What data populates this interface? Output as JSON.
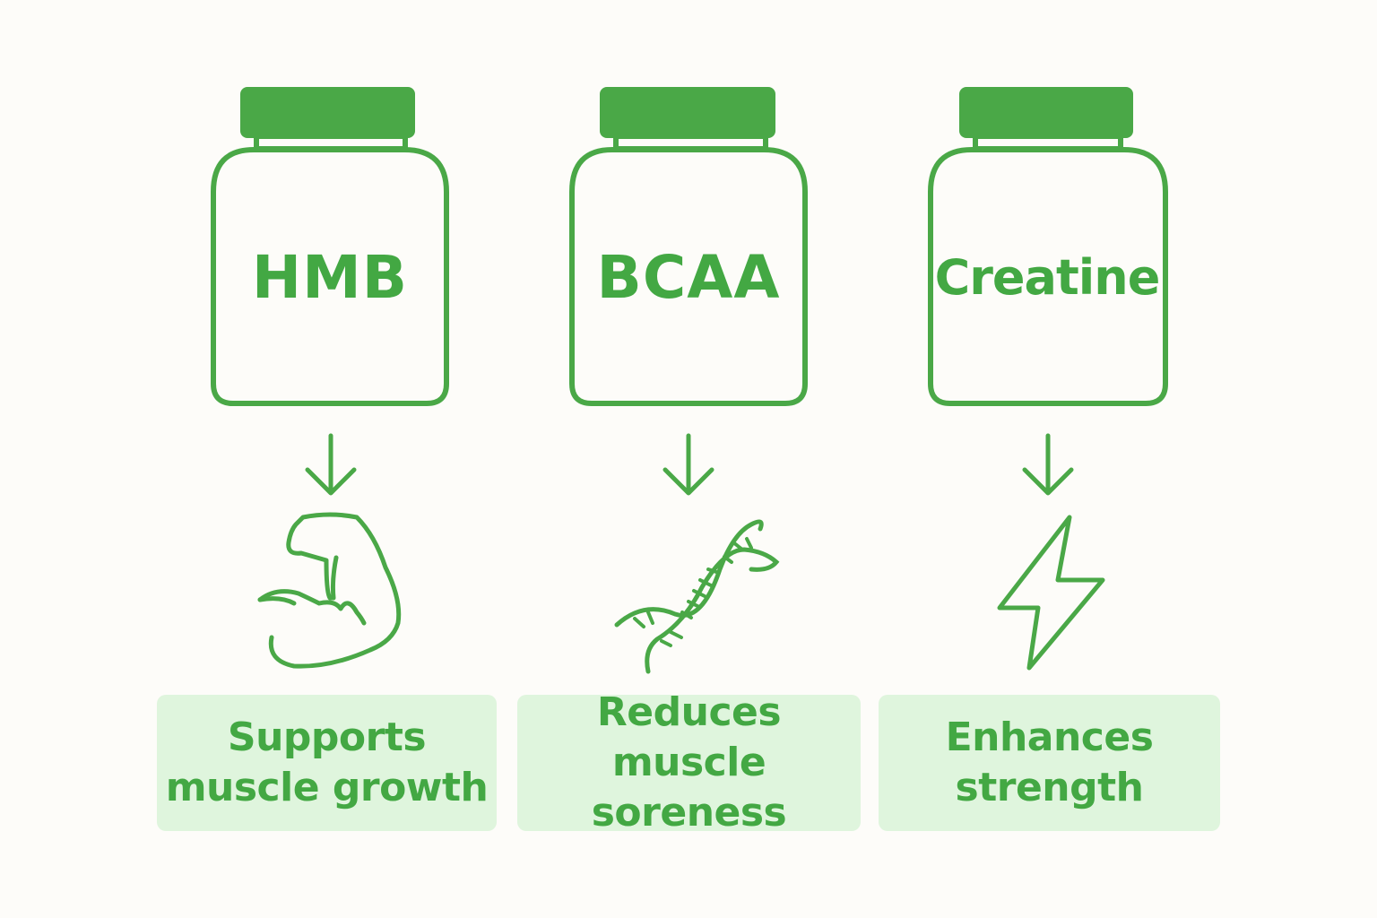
{
  "supplements": [
    {
      "name": "HMB",
      "icon": "flexed-arm-icon",
      "benefit": "Supports\nmuscle growth"
    },
    {
      "name": "BCAA",
      "icon": "dna-icon",
      "benefit": "Reduces\nmuscle soreness"
    },
    {
      "name": "Creatine",
      "icon": "lightning-bolt-icon",
      "benefit": "Enhances\nstrength"
    }
  ],
  "colors": {
    "accent": "#4aa847",
    "box_fill": "#dff5dd",
    "background": "#fdfcf9"
  }
}
